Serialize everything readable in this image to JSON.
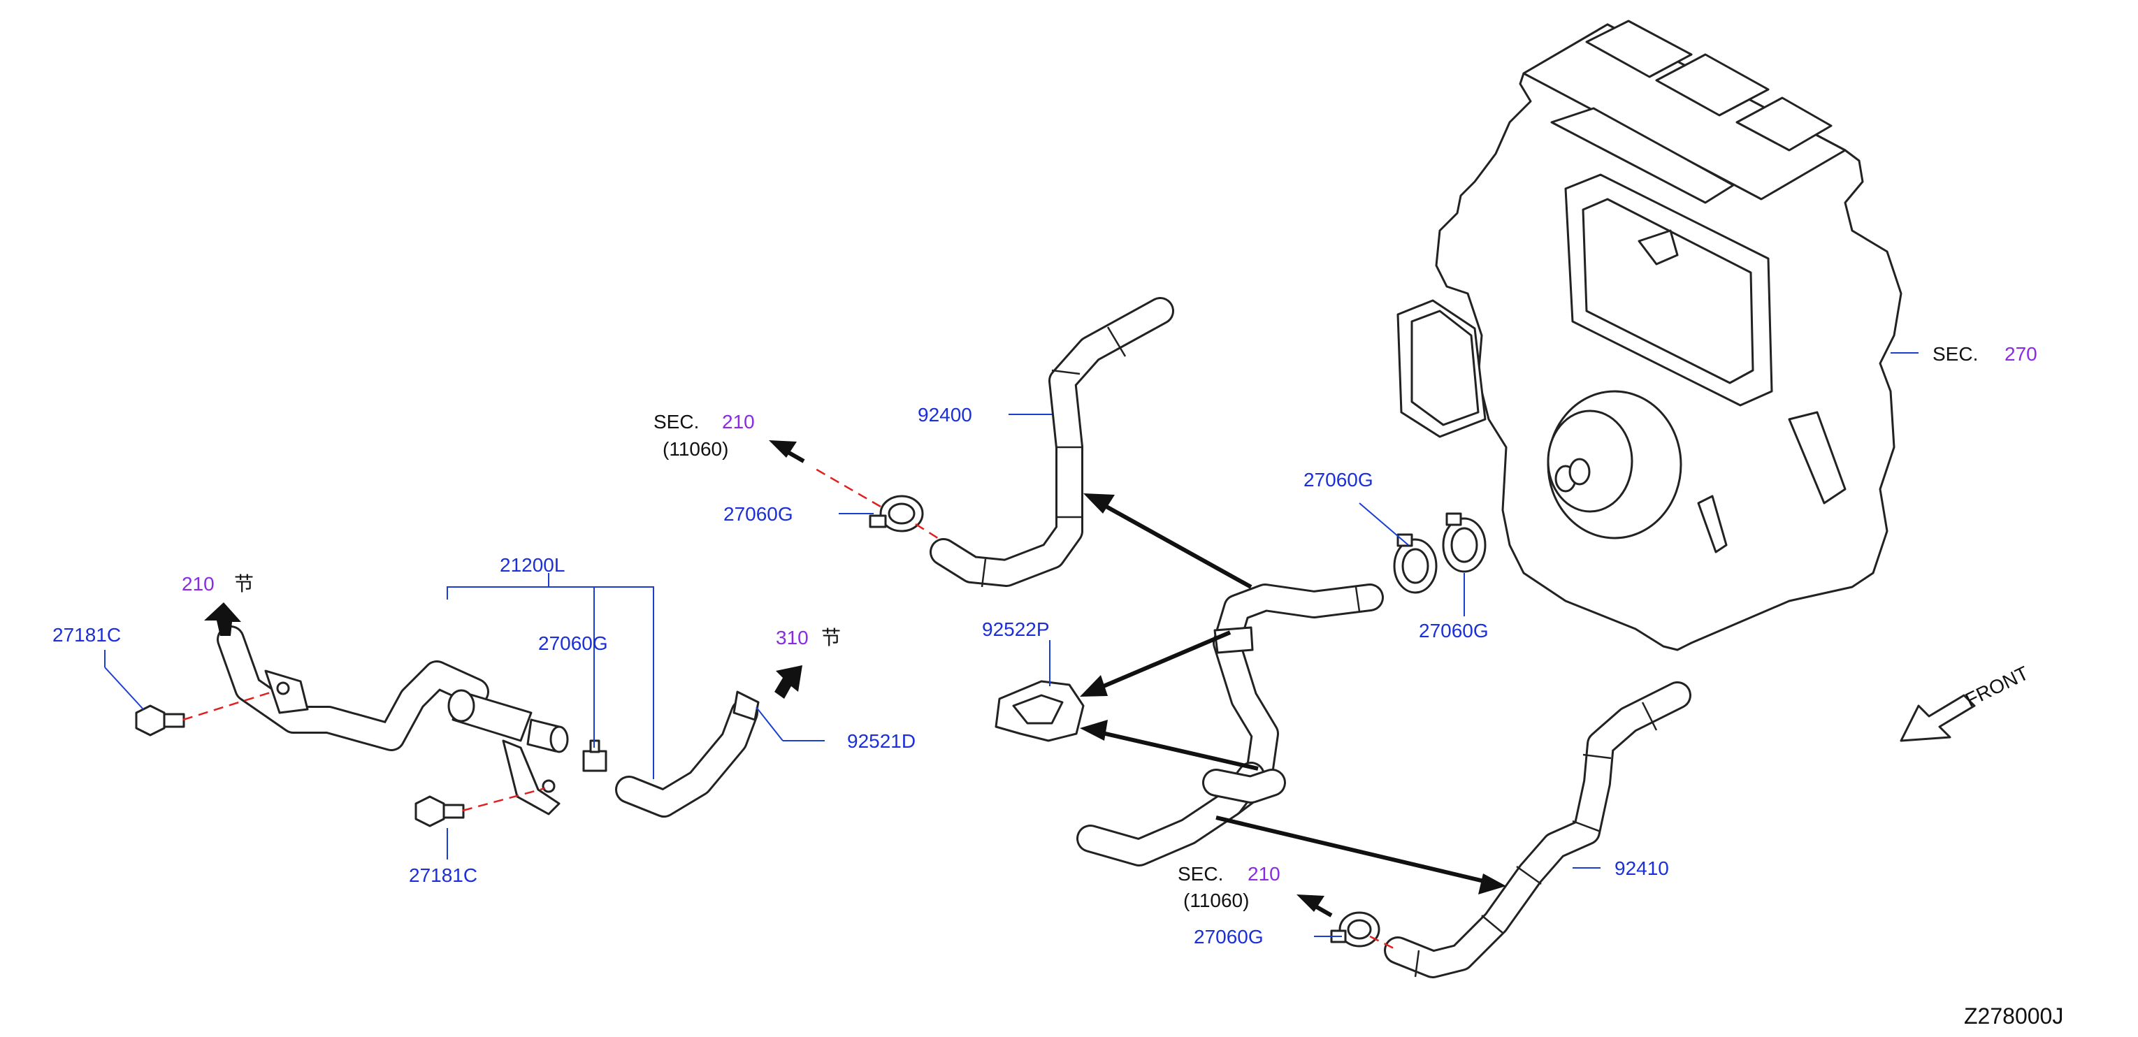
{
  "colors": {
    "part_number": "#1a2fd8",
    "section_ref": "#8a2be2",
    "line": "#222222",
    "dashed_link": "#e02020"
  },
  "labels": {
    "sec_210_top": {
      "prefix": "SEC.",
      "num": "210",
      "sub": "(11060)"
    },
    "sec_210_bottom": {
      "prefix": "SEC.",
      "num": "210",
      "sub": "(11060)"
    },
    "sec_270": {
      "prefix": "SEC.",
      "num": "270"
    },
    "ref_210": {
      "num": "210",
      "glyph": "节"
    },
    "ref_310": {
      "num": "310",
      "glyph": "节"
    },
    "p92400": "92400",
    "p92410": "92410",
    "p92522P": "92522P",
    "p92521D": "92521D",
    "p21200L": "21200L",
    "p27181C_left": "27181C",
    "p27181C_bottom": "27181C",
    "p27060G_top_left": "27060G",
    "p27060G_center": "27060G",
    "p27060G_right_top": "27060G",
    "p27060G_right_bottom": "27060G",
    "p27060G_bottom": "27060G",
    "front": "FRONT",
    "diagram_code": "Z278000J"
  }
}
